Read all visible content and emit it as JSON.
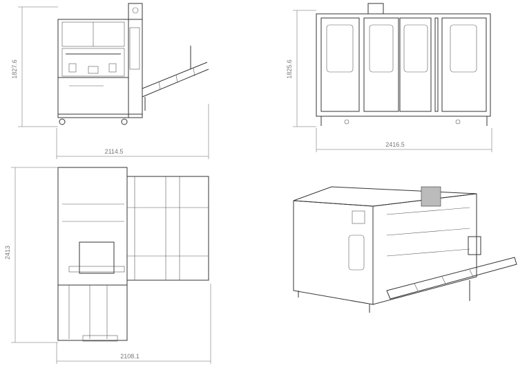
{
  "title": "Carton erector machine – orthographic and isometric views",
  "dimensions": {
    "front_height": "1827.6",
    "front_width": "2114.5",
    "side_height": "1825.6",
    "side_width": "2416.5",
    "plan_depth": "2413",
    "plan_width": "2108.1"
  },
  "colors": {
    "line": "#333333",
    "dimension": "#999999"
  }
}
